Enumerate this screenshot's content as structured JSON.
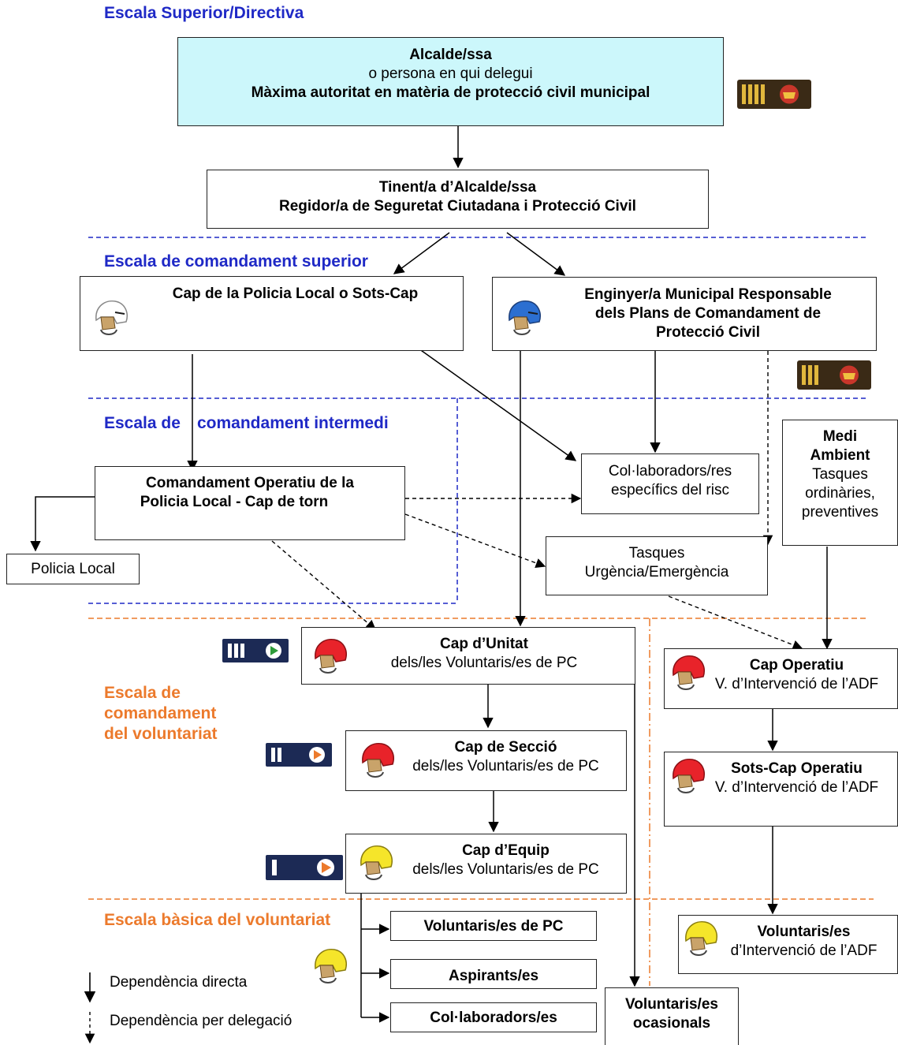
{
  "scales": {
    "superior": "Escala Superior/Directiva",
    "cmd_superior": "Escala de comandament superior",
    "cmd_intermedi_a": "Escala de",
    "cmd_intermedi_b": "comandament intermedi",
    "voluntariat": [
      "Escala de",
      "comandament",
      "del voluntariat"
    ],
    "basica": "Escala bàsica del voluntariat"
  },
  "boxes": {
    "alcalde": [
      "Alcalde/ssa",
      "o persona en qui delegui",
      "Màxima autoritat en matèria de protecció civil municipal"
    ],
    "tinent": [
      "Tinent/a d’Alcalde/ssa",
      "Regidor/a de Seguretat Ciutadana i Protecció Civil"
    ],
    "cap_policia": [
      "Cap de la Policia Local o Sots-Cap"
    ],
    "enginyer": [
      "Enginyer/a Municipal Responsable",
      "dels Plans de Comandament de",
      "Protecció Civil"
    ],
    "medi": [
      "Medi",
      "Ambient",
      "Tasques",
      "ordinàries,",
      "preventives"
    ],
    "comandament_operatiu": [
      "Comandament Operatiu de la",
      "Policia Local - Cap de torn"
    ],
    "collaboradors_risc": [
      "Col·laboradors/res",
      "específics del risc"
    ],
    "tasques": [
      "Tasques",
      "Urgència/Emergència"
    ],
    "policia_local": [
      "Policia Local"
    ],
    "cap_unitat": [
      "Cap d’Unitat",
      "dels/les Voluntaris/es de PC"
    ],
    "cap_operatiu": [
      "Cap Operatiu",
      "V. d’Intervenció  de l’ADF"
    ],
    "cap_seccio": [
      "Cap de Secció",
      "dels/les Voluntaris/es de PC"
    ],
    "sots_cap_operatiu": [
      "Sots-Cap Operatiu",
      "V. d’Intervenció de l’ADF"
    ],
    "cap_equip": [
      "Cap d’Equip",
      "dels/les Voluntaris/es de PC"
    ],
    "voluntaris_pc": [
      "Voluntaris/es de PC"
    ],
    "aspirants": [
      "Aspirants/es"
    ],
    "collaboradors": [
      "Col·laboradors/es"
    ],
    "voluntaris_adf": [
      "Voluntaris/es",
      "d’Intervenció de l’ADF"
    ],
    "voluntaris_ocasionals": [
      "Voluntaris/es",
      "ocasionals"
    ]
  },
  "legend": {
    "directa": "Dependència directa",
    "delegacio": "Dependència per delegació"
  },
  "colors": {
    "alcalde_fill": "#ccf7fb",
    "scale_blue": "#1f29c6",
    "scale_orange": "#ec7a2c",
    "helmet_white": "#ffffff",
    "helmet_blue": "#2c6fd1",
    "helmet_red": "#e8232a",
    "helmet_yellow": "#f5e52a",
    "badge_dark": "#1c2a55",
    "rank_brown": "#3a2a16"
  },
  "icons": [
    "helmet-icon",
    "rank-badge-icon"
  ]
}
